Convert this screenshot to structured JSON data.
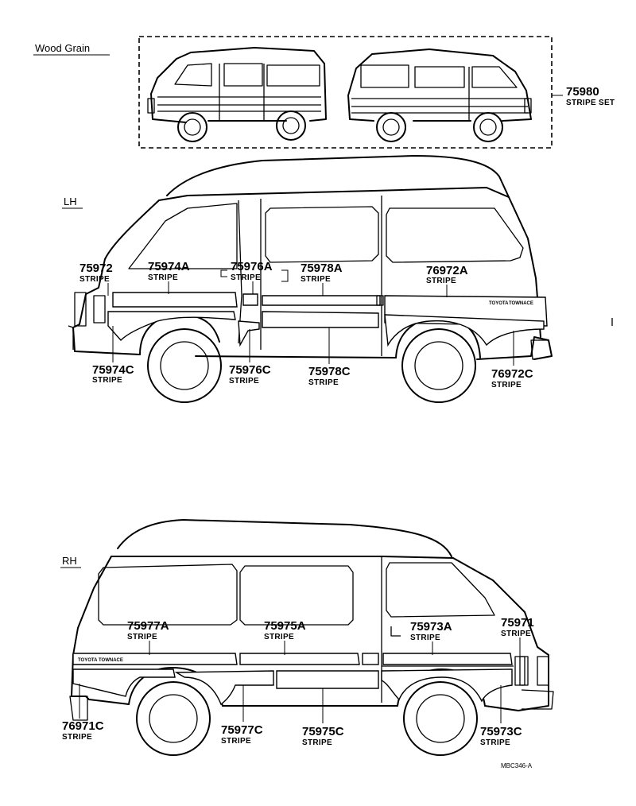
{
  "headings": {
    "wood_grain": "Wood Grain",
    "lh": "LH",
    "rh": "RH"
  },
  "stripe_set": {
    "part": "75980",
    "desc": "STRIPE SET"
  },
  "lh_parts": [
    {
      "id": "75972",
      "desc": "STRIPE"
    },
    {
      "id": "75974A",
      "desc": "STRIPE"
    },
    {
      "id": "75976A",
      "desc": "STRIPE"
    },
    {
      "id": "75978A",
      "desc": "STRIPE"
    },
    {
      "id": "76972A",
      "desc": "STRIPE"
    },
    {
      "id": "75974C",
      "desc": "STRIPE"
    },
    {
      "id": "75976C",
      "desc": "STRIPE"
    },
    {
      "id": "75978C",
      "desc": "STRIPE"
    },
    {
      "id": "76972C",
      "desc": "STRIPE"
    }
  ],
  "rh_parts": [
    {
      "id": "75977A",
      "desc": "STRIPE"
    },
    {
      "id": "75975A",
      "desc": "STRIPE"
    },
    {
      "id": "75973A",
      "desc": "STRIPE"
    },
    {
      "id": "75971",
      "desc": "STRIPE"
    },
    {
      "id": "76971C",
      "desc": "STRIPE"
    },
    {
      "id": "75977C",
      "desc": "STRIPE"
    },
    {
      "id": "75975C",
      "desc": "STRIPE"
    },
    {
      "id": "75973C",
      "desc": "STRIPE"
    }
  ],
  "badge": {
    "brand": "TOYOTA",
    "model": "TOWNACE"
  },
  "diagram_code": "MBC346-A"
}
